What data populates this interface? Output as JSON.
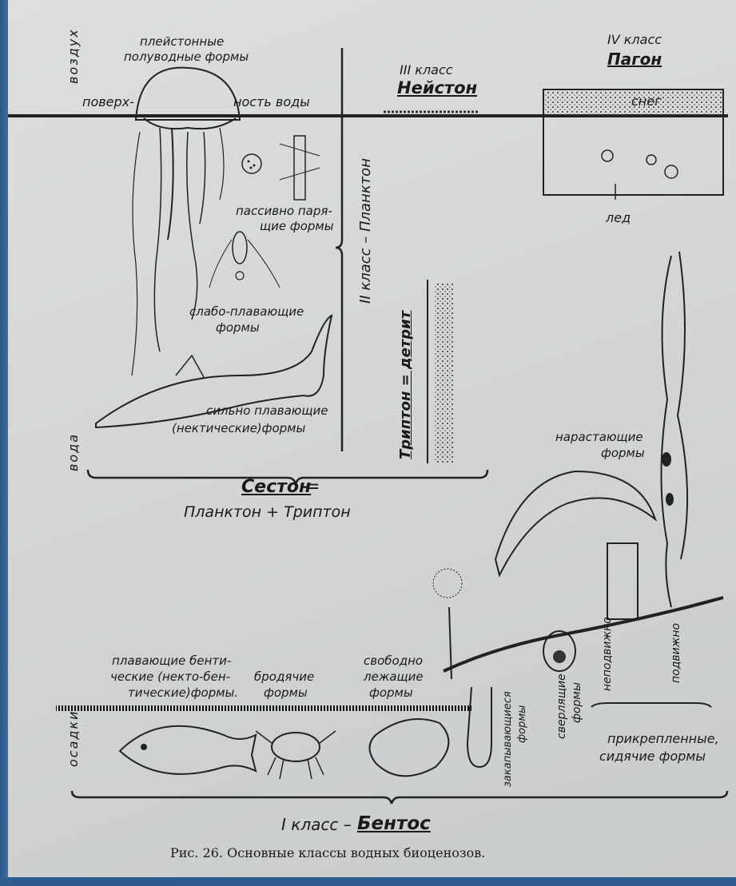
{
  "labels": {
    "vozdukh": "воздух",
    "voda": "вода",
    "osadki": "осадки",
    "pleiston": "плейстонные",
    "pleiston2": "полуводные формы",
    "poverkh": "поверх-",
    "nost_vody": "ность воды",
    "class3": "III класс",
    "neiston": "Нейстон",
    "class4": "IV класс",
    "pagon": "Пагон",
    "sneg": "снег",
    "led": "лед",
    "passivno1": "пассивно паря-",
    "passivno2": "щие формы",
    "slabo1": "слабо-плавающие",
    "slabo2": "формы",
    "silno1": "сильно плавающие",
    "silno2": "(нектические)формы",
    "class2": "II класс – Планктон",
    "tripton": "Триптон = детрит",
    "seston": "Сестон",
    "seston_eq": "=",
    "seston2": "Планктон + Триптон",
    "narost1": "нарастающие",
    "narost2": "формы",
    "plav_benth1": "плавающие бенти-",
    "plav_benth2": "ческие (некто-бен-",
    "plav_benth3": "тические)формы.",
    "brod1": "бродячие",
    "brod2": "формы",
    "svob1": "свободно",
    "svob2": "лежащие",
    "svob3": "формы",
    "zakap1": "закапывающиеся",
    "zakap2": "формы",
    "sverl1": "сверлящие",
    "sverl2": "формы",
    "nepodv": "неподвижно",
    "podv": "подвижно",
    "prikrep1": "прикрепленные,",
    "prikrep2": "сидячие формы",
    "class1": "I класс –",
    "bentos": "Бентос"
  },
  "caption": "Рис. 26. Основные классы водных биоценозов.",
  "colors": {
    "frame": "#2f5f8e",
    "paper": "#d6d9d8",
    "ink": "#1a1a1a"
  }
}
